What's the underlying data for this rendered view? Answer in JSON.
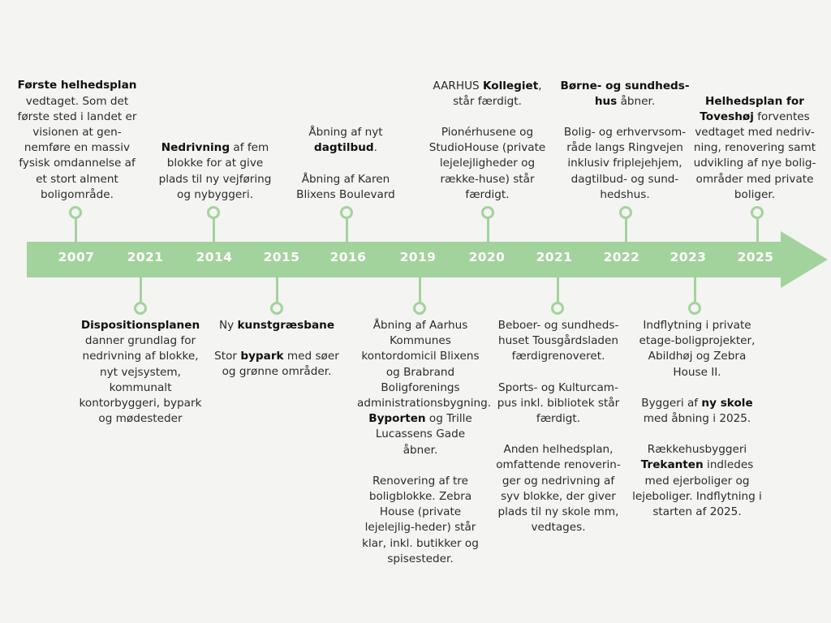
{
  "theme": {
    "background": "#f4f4f2",
    "accent": "#a3d39c",
    "year_text": "#ffffff",
    "body_text": "#2b2b2b"
  },
  "timeline": {
    "years": [
      "2007",
      "2021",
      "2014",
      "2015",
      "2016",
      "2019",
      "2020",
      "2021",
      "2022",
      "2023",
      "2025"
    ],
    "arrow_direction": "right"
  },
  "entries": [
    {
      "year": "2007",
      "side": "top",
      "paragraphs": [
        {
          "bold": "Første helhedsplan",
          "rest": " vedtaget. Som det første sted i landet er visionen at gen-nemføre en massiv fysisk omdannelse af et stort alment boligområde."
        }
      ]
    },
    {
      "year": "2021",
      "side": "bottom",
      "paragraphs": [
        {
          "bold": "Dispositionsplanen",
          "rest": " danner grundlag for nedrivning af blokke, nyt vejsystem, kommunalt kontorbyggeri, bypark og mødesteder"
        }
      ]
    },
    {
      "year": "2014",
      "side": "top",
      "paragraphs": [
        {
          "bold": "Nedrivning",
          "rest": " af fem blokke for at give plads til ny vejføring og nybyggeri."
        }
      ]
    },
    {
      "year": "2015",
      "side": "bottom",
      "paragraphs": [
        {
          "bold": "",
          "rest": "Ny ",
          "bold2": "kunstgræsbane",
          "rest2": ""
        },
        {
          "bold": "",
          "rest": "Stor ",
          "bold2": "bypark",
          "rest2": " med søer og grønne områder."
        }
      ]
    },
    {
      "year": "2016",
      "side": "top",
      "paragraphs": [
        {
          "bold": "",
          "rest": "Åbning af nyt ",
          "bold2": "dagtilbud",
          "rest2": "."
        },
        {
          "bold": "",
          "rest": "Åbning af Karen Blixens Boulevard",
          "bold2": "",
          "rest2": ""
        }
      ]
    },
    {
      "year": "2019",
      "side": "bottom",
      "paragraphs": [
        {
          "bold": "",
          "rest": "Åbning af Aarhus Kommunes kontordomicil Blixens og Brabrand Boligforenings administrationsbygning. ",
          "bold2": "Byporten",
          "rest2": " og Trille Lucassens Gade åbner."
        },
        {
          "bold": "",
          "rest": "Renovering af tre boligblokke. Zebra House (private lejelejlig-heder) står klar, inkl. butikker og spisesteder.",
          "bold2": "",
          "rest2": ""
        }
      ]
    },
    {
      "year": "2020",
      "side": "top",
      "paragraphs": [
        {
          "bold": "",
          "rest": "AARHUS ",
          "bold2": "Kollegiet",
          "rest2": ", står færdigt."
        },
        {
          "bold": "",
          "rest": "Pionérhusene og StudioHouse (private lejelejligheder og række-huse) står færdigt.",
          "bold2": "",
          "rest2": ""
        }
      ]
    },
    {
      "year": "2021b",
      "side": "bottom",
      "paragraphs": [
        {
          "bold": "",
          "rest": "Beboer- og sundheds-huset Tousgårdsladen færdigrenoveret.",
          "bold2": "",
          "rest2": ""
        },
        {
          "bold": "",
          "rest": "Sports- og Kulturcam-pus inkl. bibliotek står færdigt.",
          "bold2": "",
          "rest2": ""
        },
        {
          "bold": "",
          "rest": "Anden helhedsplan, omfattende renoverin-ger og nedrivning af syv blokke, der giver plads til ny skole mm, vedtages.",
          "bold2": "",
          "rest2": ""
        }
      ]
    },
    {
      "year": "2022",
      "side": "top",
      "paragraphs": [
        {
          "bold": "Børne- og sundheds-hus",
          "rest": " åbner."
        },
        {
          "bold": "",
          "rest": "Bolig- og erhvervsom-råde langs Ringvejen inklusiv friplejehjem, dagtilbud- og sund-hedshus.",
          "bold2": "",
          "rest2": ""
        }
      ]
    },
    {
      "year": "2023",
      "side": "bottom",
      "paragraphs": [
        {
          "bold": "",
          "rest": "Indflytning i private etage-boligprojekter, Abildhøj og Zebra House II.",
          "bold2": "",
          "rest2": ""
        },
        {
          "bold": "",
          "rest": "Byggeri af ",
          "bold2": "ny skole",
          "rest2": " med åbning i 2025."
        },
        {
          "bold": "",
          "rest": "Rækkehusbyggeri ",
          "bold2": "Trekanten",
          "rest2": " indledes med ejerboliger og lejeboliger. Indflytning i starten af 2025."
        }
      ]
    },
    {
      "year": "2025",
      "side": "top",
      "paragraphs": [
        {
          "bold": "Helhedsplan for Toveshøj",
          "rest": " forventes vedtaget med nedriv-ning, renovering samt udvikling af nye bolig-områder med private boliger."
        }
      ]
    }
  ]
}
